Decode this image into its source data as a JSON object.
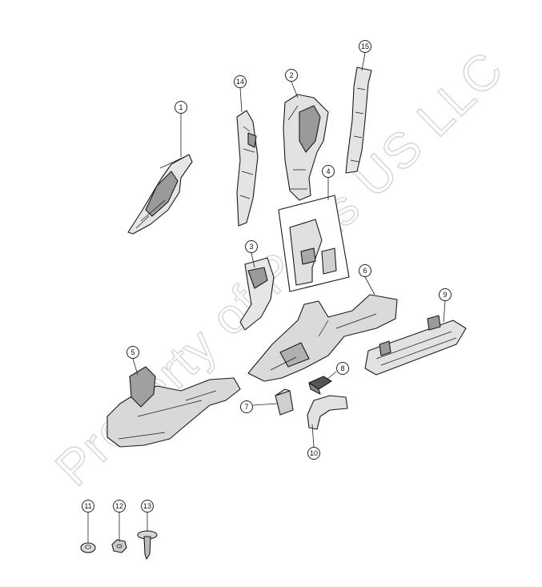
{
  "watermark": "Property of Parts US LLC",
  "callouts": [
    "1",
    "2",
    "3",
    "4",
    "5",
    "6",
    "7",
    "8",
    "9",
    "10",
    "11",
    "12",
    "13",
    "14",
    "15"
  ],
  "colors": {
    "line": "#1a1a1a",
    "fill_light": "#ececec",
    "fill_mid": "#cfcfcf",
    "fill_dark": "#8a8a8a"
  }
}
